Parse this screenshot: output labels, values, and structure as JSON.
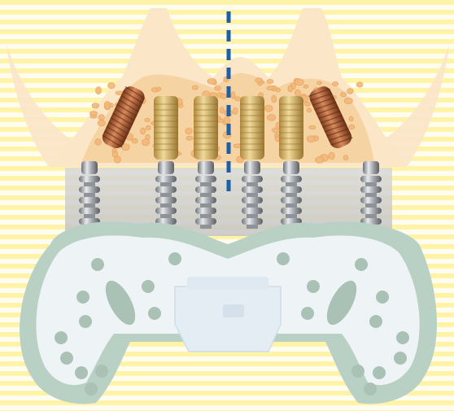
{
  "figure": {
    "subject": "implant-supported-dental-prosthesis",
    "text_labels": []
  },
  "implants": {
    "count": 6,
    "tilted_distal": 2,
    "straight_anterior": 4,
    "distal_tilt_degrees": 25
  },
  "midline": {
    "style": "dashed",
    "color": "#1f5fa6"
  },
  "colors": {
    "background": "#fffdf0",
    "background_stripe": "#fff3a8",
    "gum_soft_tissue": "#fbe6c8",
    "bone": "#f5d3a3",
    "bone_granule": "#f2b87a",
    "tilted_implant": "#c56b3a",
    "straight_implant": "#d7b86a",
    "abutment_metal": "#b9bcc0",
    "mount_plate": "#cfcfcf",
    "prosthesis_base": "#eef3f6",
    "prosthesis_rim": "#b9d1c4",
    "prosthesis_dots": "#a9c2b5"
  }
}
